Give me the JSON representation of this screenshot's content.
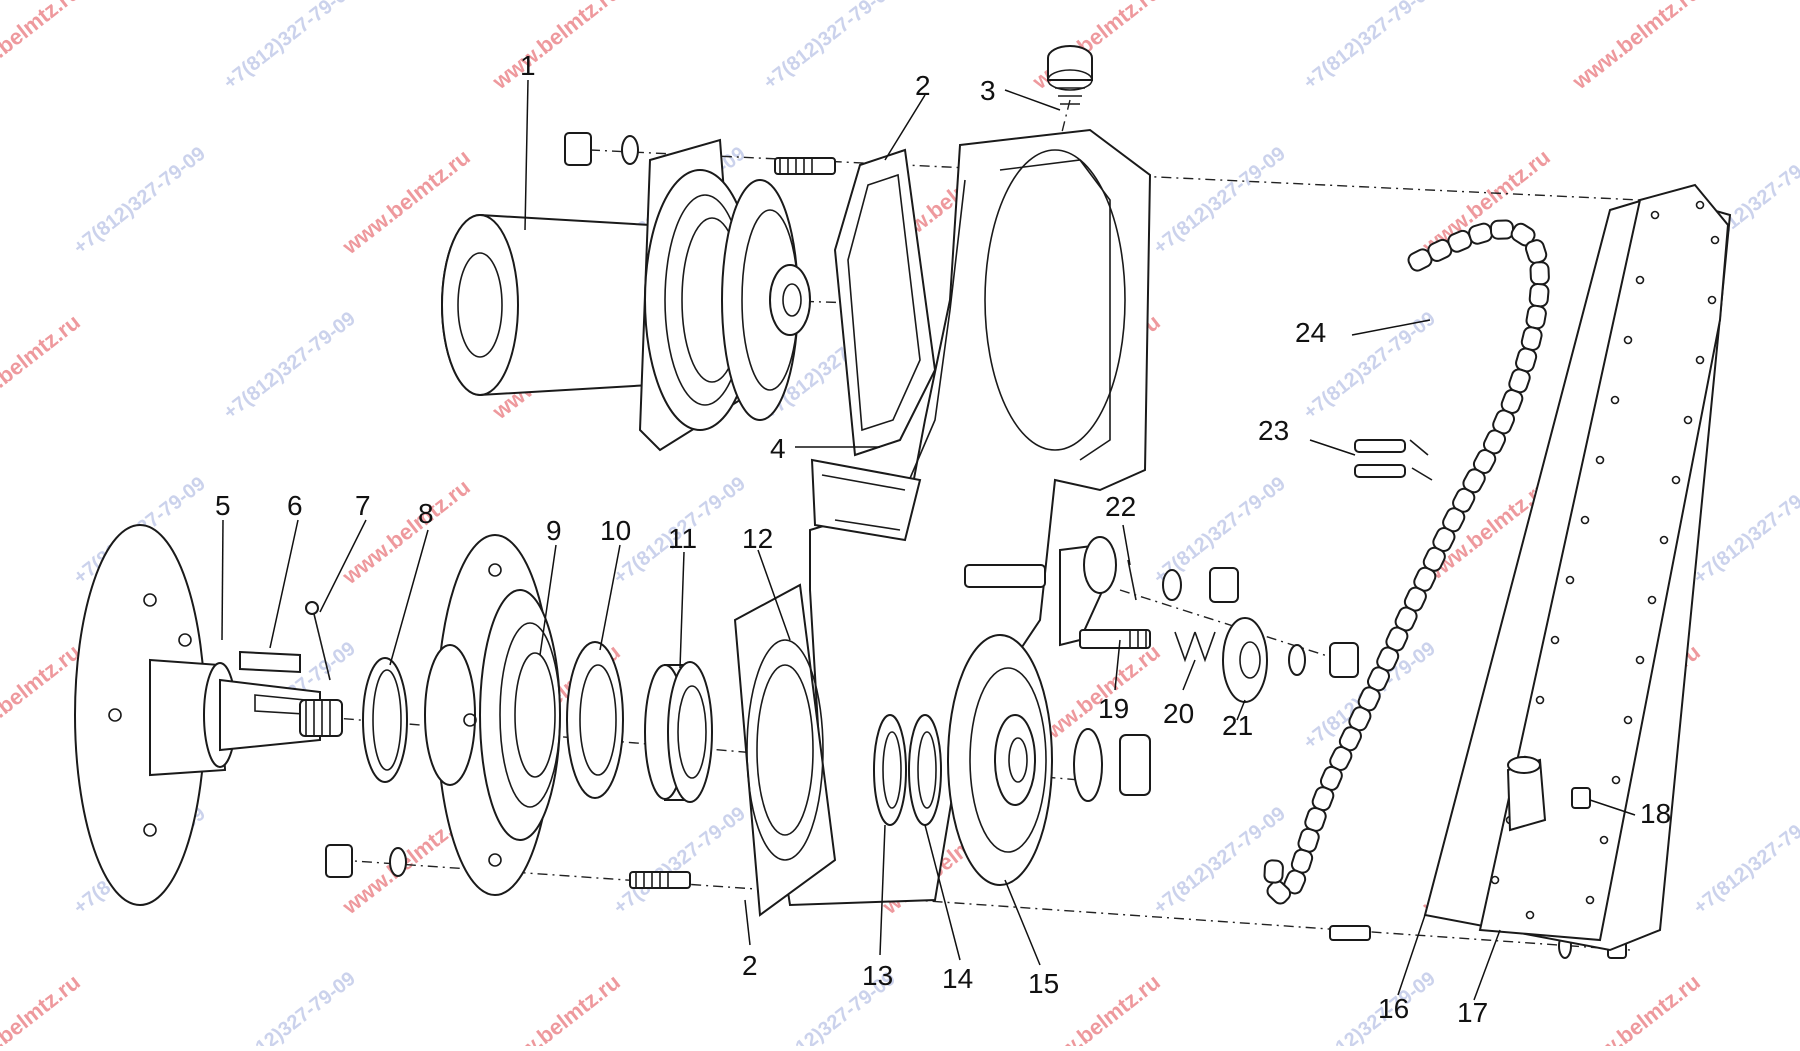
{
  "labels": [
    "1",
    "2",
    "3",
    "4",
    "5",
    "6",
    "7",
    "8",
    "9",
    "10",
    "11",
    "12",
    "13",
    "14",
    "15",
    "16",
    "17",
    "18",
    "19",
    "20",
    "21",
    "22",
    "23",
    "24"
  ],
  "label_2_bottom": "2",
  "watermarks": {
    "site": "www.belmtz.ru",
    "phone": "+7(812)327-79-09"
  },
  "colors": {
    "line": "#1a1a1a",
    "watermark_site": "#e0464d",
    "watermark_phone": "#b9c3e6"
  }
}
